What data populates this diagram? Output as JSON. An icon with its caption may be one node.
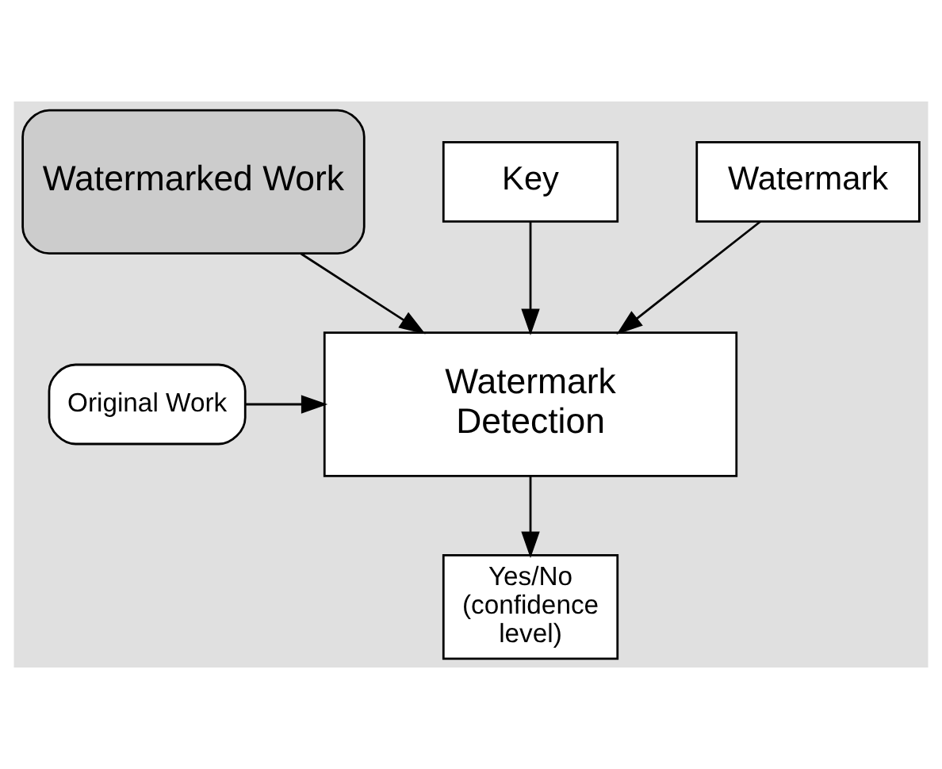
{
  "diagram": {
    "nodes": [
      {
        "text": [
          "Watermarked Work"
        ]
      },
      {
        "text": [
          "Key"
        ]
      },
      {
        "text": [
          "Watermark"
        ]
      },
      {
        "text": [
          "Watermark Detection"
        ]
      },
      {
        "text": [
          "Original Work"
        ]
      },
      {
        "text": [
          "Yes/No (confidence level)"
        ]
      }
    ],
    "edges": [
      {
        "from": 0,
        "to": 3,
        "arrow": "to"
      },
      {
        "from": 1,
        "to": 3,
        "arrow": "to"
      },
      {
        "from": 2,
        "to": 3,
        "arrow": "to"
      },
      {
        "from": 4,
        "to": 3,
        "arrow": "to"
      },
      {
        "from": 3,
        "to": 5,
        "arrow": "to"
      }
    ]
  }
}
